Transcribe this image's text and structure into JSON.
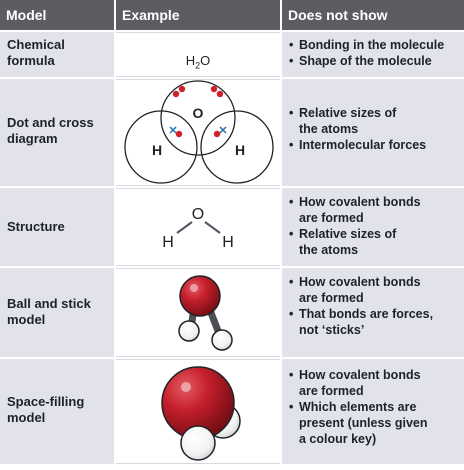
{
  "header": {
    "col1": "Model",
    "col2": "Example",
    "col3": "Does not show"
  },
  "rows": [
    {
      "model": "Chemical\nformula",
      "formula": {
        "main": "H",
        "sub": "2",
        "tail": "O"
      },
      "not_shown": [
        "Bonding in the molecule",
        "Shape of the molecule"
      ]
    },
    {
      "model": "Dot and cross\ndiagram",
      "labels": {
        "o": "O",
        "h_left": "H",
        "h_right": "H"
      },
      "not_shown": [
        "Relative sizes of\nthe atoms",
        "Intermolecular forces"
      ]
    },
    {
      "model": "Structure",
      "labels": {
        "o": "O",
        "h_left": "H",
        "h_right": "H"
      },
      "not_shown": [
        "How covalent bonds\nare formed",
        "Relative sizes of\nthe atoms"
      ]
    },
    {
      "model": "Ball and stick\nmodel",
      "not_shown": [
        "How covalent bonds\nare formed",
        "That bonds are forces,\nnot ‘sticks’"
      ]
    },
    {
      "model": "Space-filling\nmodel",
      "not_shown": [
        "How covalent bonds\nare formed",
        "Which elements are\npresent (unless given\na colour key)"
      ]
    }
  ],
  "colors": {
    "header_bg": "#5b5d63",
    "cell_bg": "#e1e2ea",
    "oxygen_red": "#c0202c",
    "electron_red": "#d0202a",
    "cross_blue": "#2a6fb0"
  }
}
